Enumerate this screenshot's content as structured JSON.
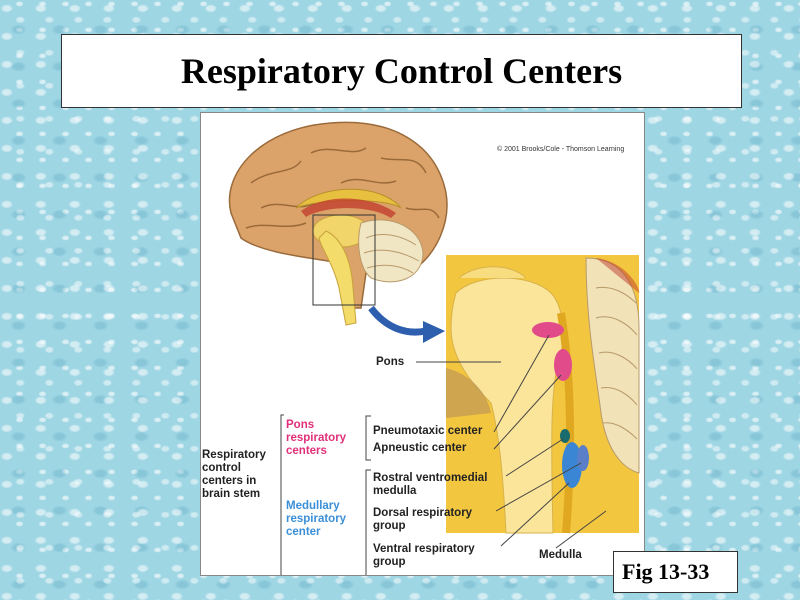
{
  "slide": {
    "title": "Respiratory Control Centers",
    "figure_label": "Fig 13-33"
  },
  "figure": {
    "copyright": "© 2001 Brooks/Cole - Thomson Learning",
    "labels": {
      "pons": "Pons",
      "respiratory_control_centers": "Respiratory control centers in brain stem",
      "pons_respiratory_centers": "Pons respiratory centers",
      "medullary_respiratory_center": "Medullary respiratory center",
      "pneumotaxic_center": "Pneumotaxic center",
      "apneustic_center": "Apneustic center",
      "rostral_ventromedial_medulla": "Rostral ventromedial medulla",
      "dorsal_respiratory_group": "Dorsal respiratory group",
      "ventral_respiratory_group": "Ventral respiratory group",
      "medulla": "Medulla"
    },
    "colors": {
      "pons_centers": "#e0307a",
      "medullary_centers": "#3a8fd8"
    }
  }
}
